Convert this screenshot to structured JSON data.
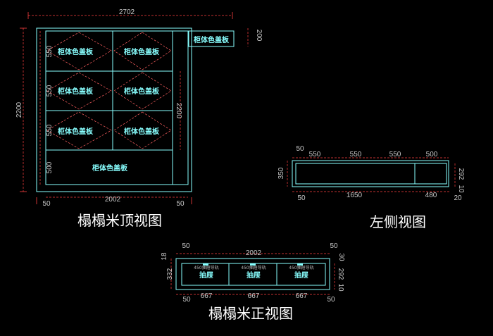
{
  "colors": {
    "outline": "#8ff",
    "dim": "#ff4040",
    "text": "#c8c8c8",
    "title": "#ffffff"
  },
  "top_view": {
    "title": "榻榻米顶视图",
    "overall_width": "2702",
    "overall_height": "2200",
    "inner_width": "2002",
    "side_left": "50",
    "side_right": "50",
    "step_depth": "200",
    "inner_height": "2200",
    "row_heights": [
      "550",
      "550",
      "550",
      "500"
    ],
    "step_label": "柜体色盖板",
    "panel_labels": [
      "柜体色盖板",
      "柜体色盖板",
      "柜体色盖板",
      "柜体色盖板",
      "柜体色盖板",
      "柜体色盖板"
    ],
    "bottom_label": "柜体色盖板"
  },
  "side_view": {
    "title": "左侧视图",
    "top_dims": [
      "50",
      "550",
      "550",
      "550",
      "500"
    ],
    "height_left": "350",
    "height_right": "292",
    "bottom_dims": [
      "50",
      "1650",
      "480",
      "20"
    ],
    "bottom_right_small": "10"
  },
  "front_view": {
    "title": "榻榻米正视图",
    "overall_width": "2002",
    "left_top": "50",
    "right_top": "50",
    "top_small": "18",
    "right_small": "30",
    "height_left": "332",
    "height_right": "292",
    "bottom_dims": [
      "50",
      "667",
      "667",
      "667",
      "50"
    ],
    "bottom_right_small": "10",
    "drawer_notes": [
      "450抽屉导轨",
      "450抽屉导轨",
      "450抽屉导轨"
    ],
    "drawer_labels": [
      "抽屉",
      "抽屉",
      "抽屉"
    ]
  }
}
